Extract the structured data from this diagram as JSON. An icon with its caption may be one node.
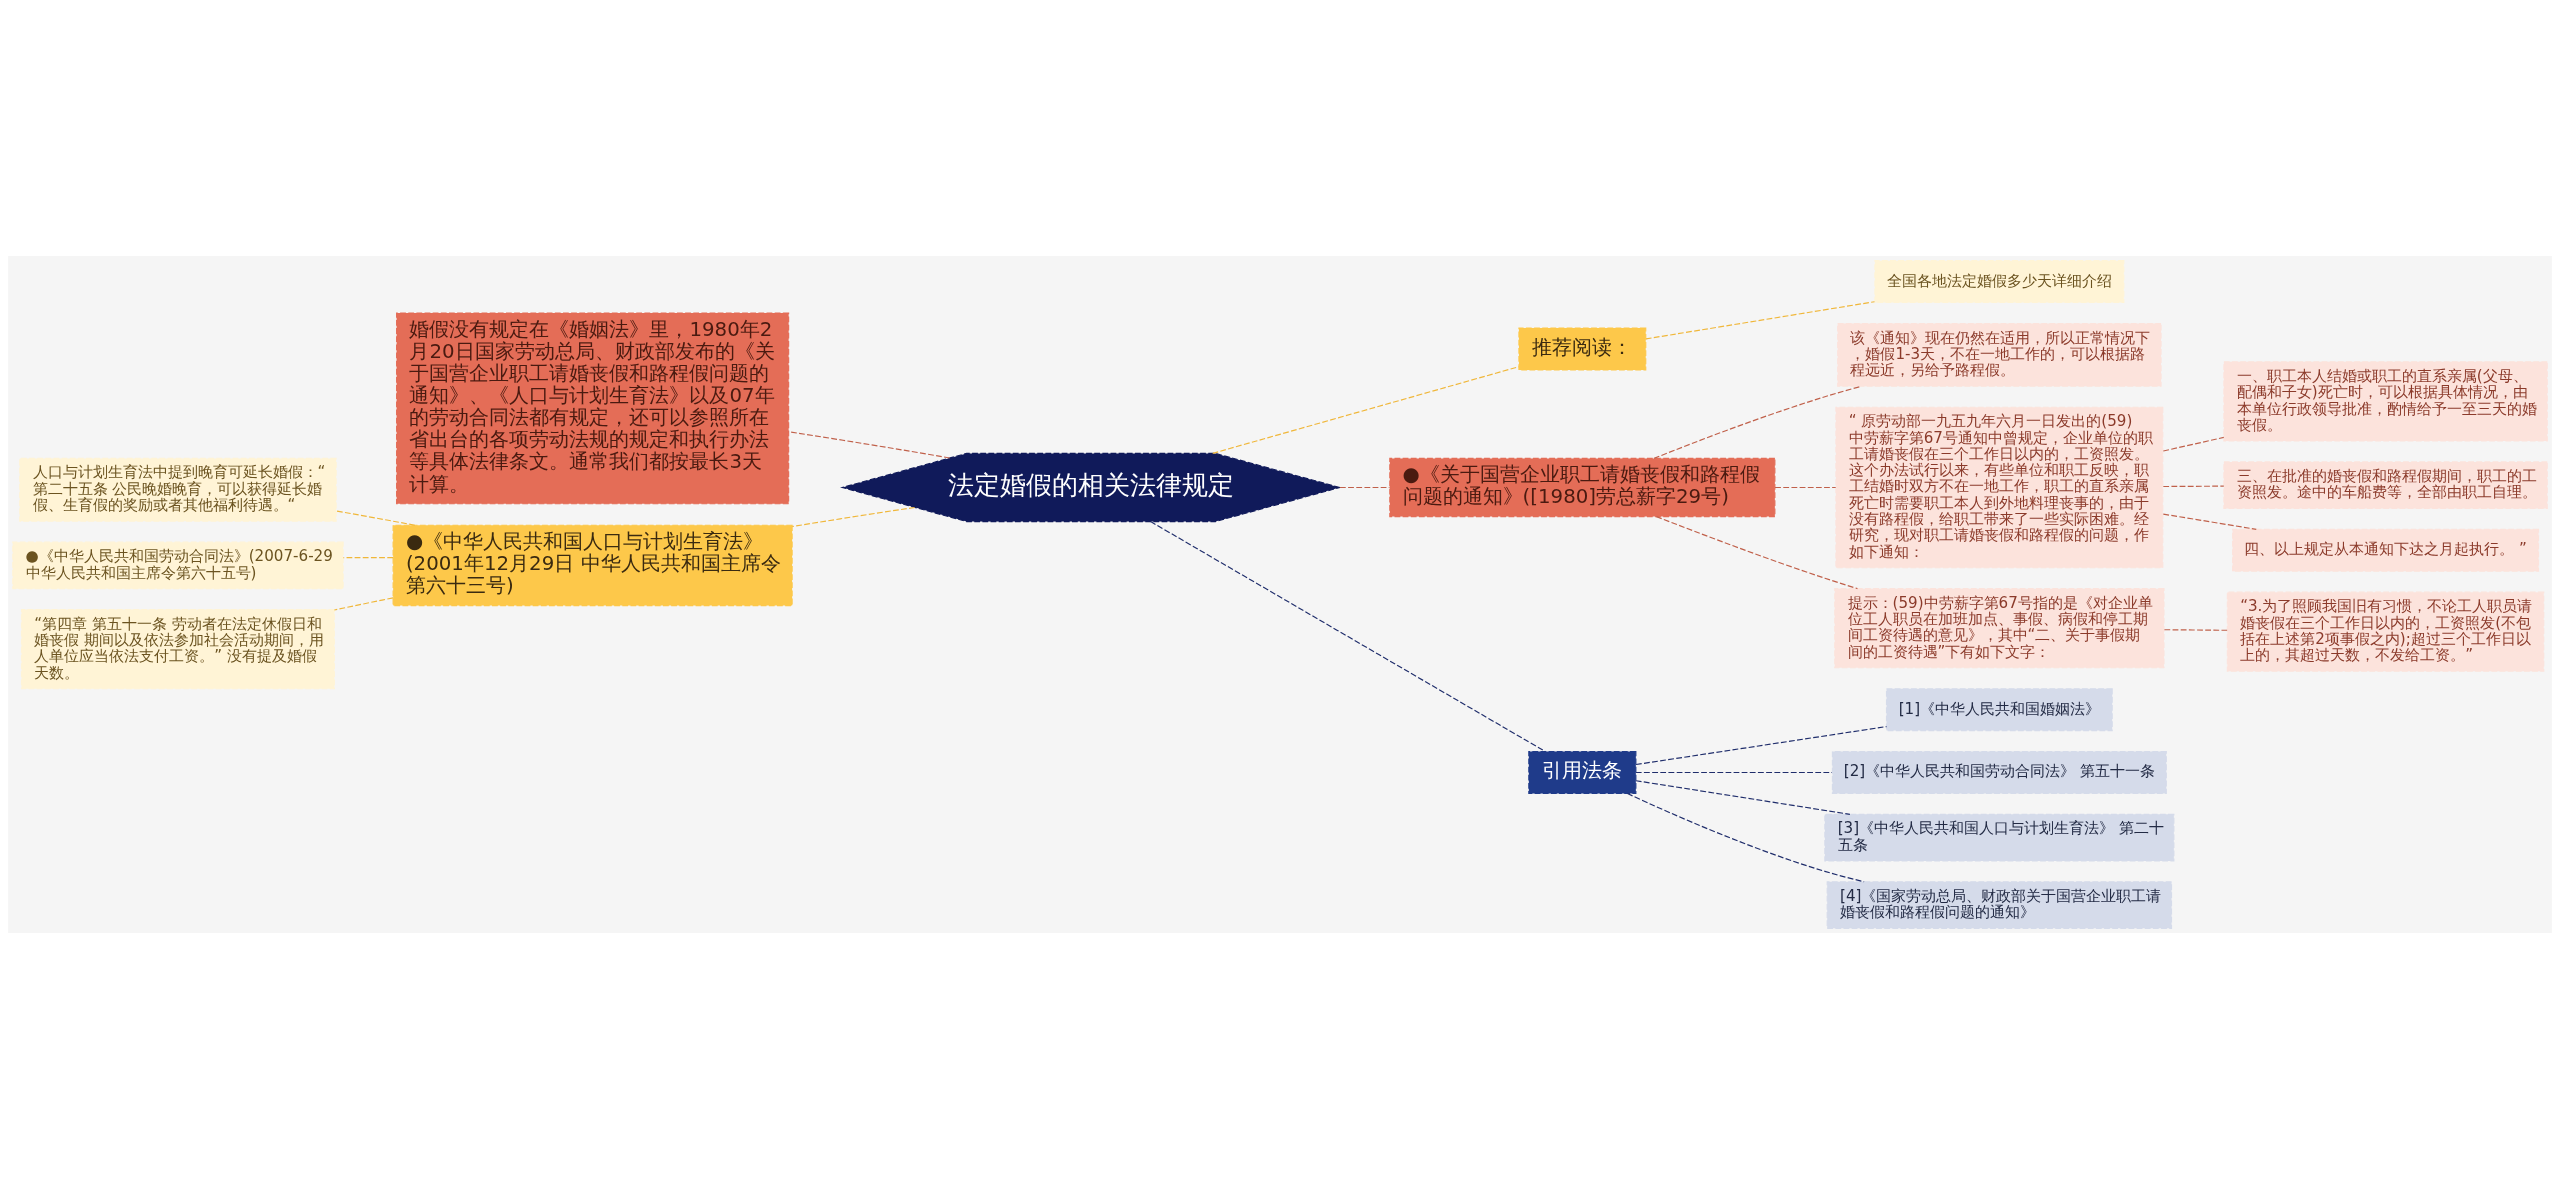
{
  "diagram": {
    "nodes": [
      {
        "text": [
          "法定婚假的相关法律规定"
        ]
      },
      {
        "text": [
          "推荐阅读："
        ]
      },
      {
        "text": [
          "全国各地法定婚假多少天详细介绍"
        ]
      },
      {
        "text": [
          "●《关于国营企业职工请婚丧假和路程假问题的通知》([1980]劳总薪字29号)"
        ]
      },
      {
        "text": [
          "该《通知》现在仍然在适用，所以正常情况下，婚假1-3天，不在一地工作的，可以根据路程远近，另给予路程假。"
        ]
      },
      {
        "text": [
          "“ 原劳动部一九五九年六月一日发出的(59)中劳薪字第67号通知中曾规定，企业单位的职工请婚丧假在三个工作日以内的，工资照发。这个办法试行以来，有些单位和职工反映，职工结婚时双方不在一地工作，职工的直系亲属死亡时需要职工本人到外地料理丧事的，由于没有路程假，给职工带来了一些实际困难。经研究，现对职工请婚丧假和路程假的问题，作如下通知："
        ]
      },
      {
        "text": [
          "一、职工本人结婚或职工的直系亲属(父母、配偶和子女)死亡时，可以根据具体情况，由本单位行政领导批准，酌情给予一至三天的婚丧假。"
        ]
      },
      {
        "text": [
          "三、在批准的婚丧假和路程假期间，职工的工资照发。途中的车船费等，全部由职工自理。"
        ]
      },
      {
        "text": [
          "四、以上规定从本通知下达之月起执行。 ”"
        ]
      },
      {
        "text": [
          "提示：(59)中劳薪字第67号指的是《对企业单位工人职员在加班加点、事假、病假和停工期间工资待遇的意见》，其中“二、关于事假期间的工资待遇”下有如下文字："
        ]
      },
      {
        "text": [
          "“3.为了照顾我国旧有习惯，不论工人职员请婚丧假在三个工作日以内的，工资照发(不包括在上述第2项事假之内);超过三个工作日以上的，其超过天数，不发给工资。”"
        ]
      },
      {
        "text": [
          "引用法条"
        ]
      },
      {
        "text": [
          "[1]《中华人民共和国婚姻法》"
        ]
      },
      {
        "text": [
          "[2]《中华人民共和国劳动合同法》 第五十一条"
        ]
      },
      {
        "text": [
          "[3]《中华人民共和国人口与计划生育法》 第二十五条"
        ]
      },
      {
        "text": [
          "[4]《国家劳动总局、财政部关于国营企业职工请婚丧假和路程假问题的通知》"
        ]
      },
      {
        "text": [
          "婚假没有规定在《婚姻法》里，1980年2月20日国家劳动总局、财政部发布的《关于国营企业职工请婚丧假和路程假问题的通知》、《人口与计划生育法》以及07年的劳动合同法都有规定，还可以参照所在省出台的各项劳动法规的规定和执行办法等具体法律条文。通常我们都按最长3天计算。"
        ]
      },
      {
        "text": [
          "●《中华人民共和国人口与计划生育法》(2001年12月29日 中华人民共和国主席令第六十三号)"
        ]
      },
      {
        "text": [
          "人口与计划生育法中提到晚育可延长婚假：“第二十五条 公民晚婚晚育，可以获得延长婚假、生育假的奖励或者其他福利待遇。“"
        ]
      },
      {
        "text": [
          "●《中华人民共和国劳动合同法》(2007-6-29 中华人民共和国主席令第六十五号)"
        ]
      },
      {
        "text": [
          "“第四章 第五十一条 劳动者在法定休假日和婚丧假 期间以及依法参加社会活动期间，用人单位应当依法支付工资。” 没有提及婚假天数。"
        ]
      }
    ],
    "edges": [
      {
        "from": 0,
        "to": 1,
        "arrow": "none",
        "style": "dashed",
        "color": "#f0b73a"
      },
      {
        "from": 1,
        "to": 2,
        "arrow": "none",
        "style": "dashed",
        "color": "#f0b73a"
      },
      {
        "from": 0,
        "to": 3,
        "arrow": "none",
        "style": "dashed",
        "color": "#c0604a"
      },
      {
        "from": 3,
        "to": 4,
        "arrow": "none",
        "style": "dashed",
        "color": "#c0604a"
      },
      {
        "from": 3,
        "to": 5,
        "arrow": "none",
        "style": "dashed",
        "color": "#c0604a"
      },
      {
        "from": 5,
        "to": 6,
        "arrow": "none",
        "style": "dashed",
        "color": "#c0604a"
      },
      {
        "from": 5,
        "to": 7,
        "arrow": "none",
        "style": "dashed",
        "color": "#c0604a"
      },
      {
        "from": 5,
        "to": 8,
        "arrow": "none",
        "style": "dashed",
        "color": "#c0604a"
      },
      {
        "from": 3,
        "to": 9,
        "arrow": "none",
        "style": "dashed",
        "color": "#c0604a"
      },
      {
        "from": 9,
        "to": 10,
        "arrow": "none",
        "style": "dashed",
        "color": "#c0604a"
      },
      {
        "from": 0,
        "to": 11,
        "arrow": "none",
        "style": "dashed",
        "color": "#1f2d6b"
      },
      {
        "from": 11,
        "to": 12,
        "arrow": "none",
        "style": "dashed",
        "color": "#1f2d6b"
      },
      {
        "from": 11,
        "to": 13,
        "arrow": "none",
        "style": "dashed",
        "color": "#1f2d6b"
      },
      {
        "from": 11,
        "to": 14,
        "arrow": "none",
        "style": "dashed",
        "color": "#1f2d6b"
      },
      {
        "from": 11,
        "to": 15,
        "arrow": "none",
        "style": "dashed",
        "color": "#1f2d6b"
      },
      {
        "from": 0,
        "to": 16,
        "arrow": "none",
        "style": "dashed",
        "color": "#c0604a"
      },
      {
        "from": 0,
        "to": 17,
        "arrow": "none",
        "style": "dashed",
        "color": "#f0b73a"
      },
      {
        "from": 17,
        "to": 18,
        "arrow": "none",
        "style": "dashed",
        "color": "#f0b73a"
      },
      {
        "from": 17,
        "to": 19,
        "arrow": "none",
        "style": "dashed",
        "color": "#f0b73a"
      },
      {
        "from": 17,
        "to": 20,
        "arrow": "none",
        "style": "dashed",
        "color": "#f0b73a"
      }
    ]
  }
}
